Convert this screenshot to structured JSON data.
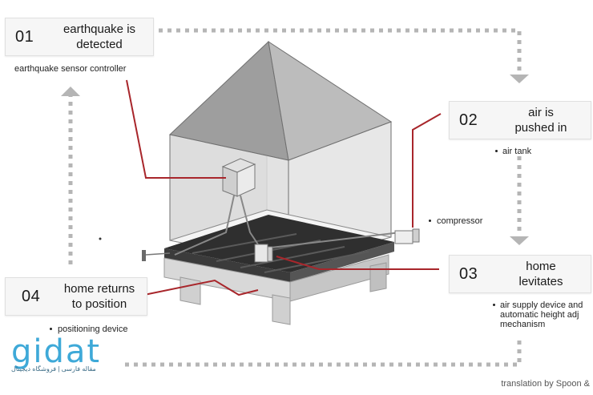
{
  "steps": [
    {
      "num": "01",
      "title": "earthquake is\ndetected",
      "caption": "earthquake sensor controller"
    },
    {
      "num": "02",
      "title": "air is\npushed in",
      "caption": "air tank"
    },
    {
      "num": "03",
      "title": "home\nlevitates",
      "caption": "air supply device and\nautomatic height adj\nmechanism"
    },
    {
      "num": "04",
      "title": "home returns\nto position",
      "caption": "positioning device"
    }
  ],
  "labels": {
    "compressor": "compressor"
  },
  "credit": "translation by Spoon &",
  "watermark": {
    "logo": "gidat",
    "subtitle": "مقاله فارسی | فروشگاه دیجیتال"
  },
  "colors": {
    "leader": "#a8262b",
    "arrow": "#b5b5b5",
    "house_wall": "#bdbdbd",
    "house_edge": "#6f6f6f",
    "base_dark": "#2f2f2f"
  }
}
